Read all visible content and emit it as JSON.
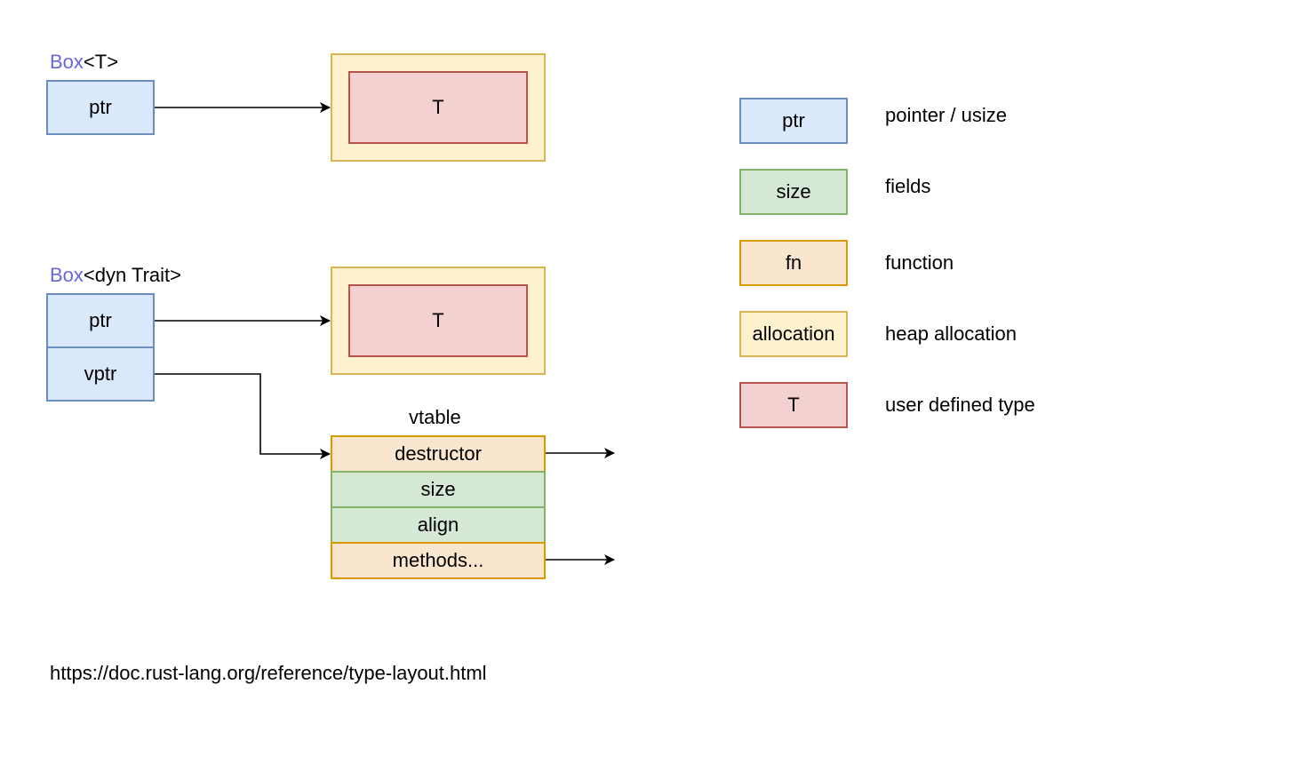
{
  "box_t": {
    "title_kw": "Box",
    "title_rest": "<T>",
    "ptr_label": "ptr",
    "inner_label": "T"
  },
  "box_dyn": {
    "title_kw": "Box",
    "title_rest": "<dyn Trait>",
    "ptr_label": "ptr",
    "vptr_label": "vptr",
    "inner_label": "T"
  },
  "vtable": {
    "title": "vtable",
    "rows": [
      "destructor",
      "size",
      "align",
      "methods..."
    ]
  },
  "legend": [
    {
      "swatch": "ptr",
      "description": "pointer / usize",
      "color": "#dae8fc"
    },
    {
      "swatch": "size",
      "description": "fields",
      "color": "#d5e8d4"
    },
    {
      "swatch": "fn",
      "description": "function",
      "color": "#fae6cf"
    },
    {
      "swatch": "allocation",
      "description": "heap allocation",
      "color": "#fdf2cd"
    },
    {
      "swatch": "T",
      "description": "user defined type",
      "color": "#f2d1d0"
    }
  ],
  "reference_url": "https://doc.rust-lang.org/reference/type-layout.html"
}
